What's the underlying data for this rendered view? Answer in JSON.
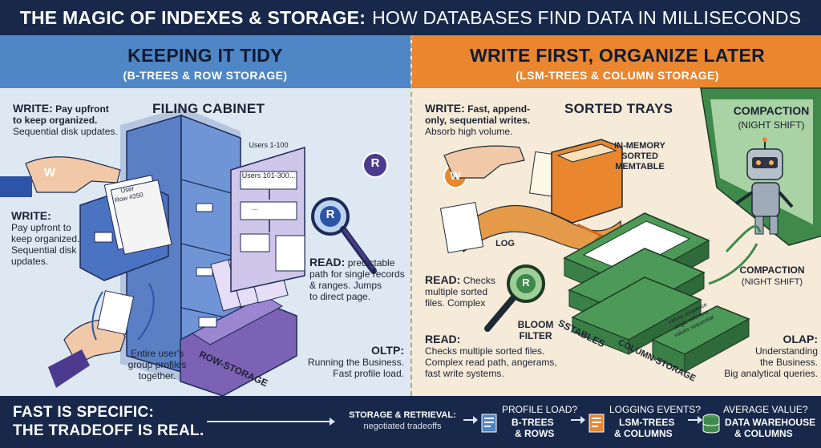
{
  "title": {
    "main": "THE MAGIC OF INDEXES & STORAGE:",
    "sub": "HOW DATABASES FIND DATA IN MILLISECONDS"
  },
  "left": {
    "heading": "KEEPING IT TIDY",
    "subheading": "(B-TREES & ROW STORAGE)",
    "section_title": "FILING CABINET",
    "write_top_label": "WRITE:",
    "write_top_body_1": "Pay upfront",
    "write_top_body_2": "to keep organized.",
    "write_top_body_3": "Sequential disk updates.",
    "write_mid_label": "WRITE:",
    "write_mid_lines": [
      "Pay upfront to",
      "keep organized.",
      "Sequential disk",
      "updates."
    ],
    "badge_w": "W",
    "badge_r": "R",
    "folder_text_1": "User",
    "folder_text_2": "Row #250",
    "card_1": "Users 1-100",
    "card_2": "Users 101-300...",
    "card_3": "...",
    "read_label": "READ:",
    "read_body_1": "predictable",
    "read_lines": [
      "path for single records",
      "& ranges. Jumps",
      "to direct page."
    ],
    "profile_lines": [
      "Entire user's",
      "group profiles",
      "together."
    ],
    "row_storage": "ROW-STORAGE",
    "oltp_label": "OLTP:",
    "oltp_lines": [
      "Running the Business.",
      "Fast profile load."
    ]
  },
  "right": {
    "heading": "WRITE FIRST, ORGANIZE LATER",
    "subheading": "(LSM-TREES & COLUMN STORAGE)",
    "section_title": "SORTED TRAYS",
    "write_label": "WRITE:",
    "write_body_1": "Fast, append-",
    "write_body_2": "only, sequential writes.",
    "write_body_3": "Absorb high volume.",
    "memtable_lines": [
      "IN-MEMORY",
      "SORTED",
      "MEMTABLE"
    ],
    "log_label": "LOG",
    "compaction_title": "COMPACTION",
    "compaction_sub": "(NIGHT SHIFT)",
    "compaction_label": "COMPACTION",
    "compaction_label_sub": "(NIGHT SHIFT)",
    "badge_w": "W",
    "badge_r": "R",
    "read1_label": "READ:",
    "read1_body_1": "Checks",
    "read1_lines": [
      "multiple sorted",
      "files. Complex"
    ],
    "bloom_lines": [
      "BLOOM",
      "FILTER"
    ],
    "sstables": "SSTABLES",
    "column_storage": "COLUMN-STORAGE",
    "column_strips": [
      "values sequence",
      "single columns",
      "values sequential"
    ],
    "read2_label": "READ:",
    "read2_lines": [
      "Checks multiple sorted files.",
      "Complex read path, angerams,",
      "fast write systems."
    ],
    "olap_label": "OLAP:",
    "olap_lines": [
      "Understanding",
      "the Business.",
      "Big analytical queries."
    ]
  },
  "bottom": {
    "title_1": "FAST IS SPECIFIC:",
    "title_2": "THE TRADEOFF IS REAL.",
    "storage_label": "STORAGE & RETRIEVAL:",
    "storage_sub": "negotiated tradeoffs",
    "choices": [
      {
        "question": "PROFILE LOAD?",
        "answer_1": "B-TREES",
        "answer_2": "& ROWS"
      },
      {
        "question": "LOGGING EVENTS?",
        "answer_1": "LSM-TREES",
        "answer_2": "& COLUMNS"
      },
      {
        "question": "AVERAGE VALUE?",
        "answer_1": "DATA WAREHOUSE",
        "answer_2": "& COLUMNS"
      }
    ]
  },
  "colors": {
    "title_bar": "#17284a",
    "left_band": "#4f86c5",
    "right_band": "#e9862e",
    "cabinet": "#5a7fc4",
    "drawer_purple": "#7b62b5",
    "sstable_green": "#3f8a4b"
  },
  "icons": [
    "hand-icon",
    "magnifier-icon",
    "robot-icon",
    "document-icon",
    "database-icon"
  ]
}
